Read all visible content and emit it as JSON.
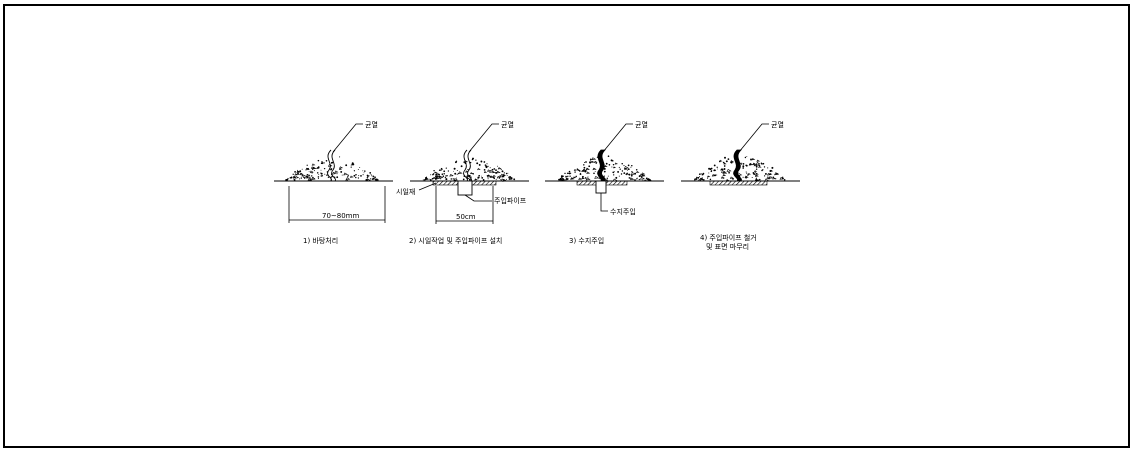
{
  "colors": {
    "line": "#000000",
    "background": "#ffffff"
  },
  "steps": [
    {
      "crack_label": "균열",
      "caption_lines": [
        "1) 바탕처리"
      ],
      "dimension_label": "70~80mm"
    },
    {
      "crack_label": "균열",
      "caption_lines": [
        "2) 시일작업 및 주입파이프 설치"
      ],
      "sealant_label": "시일재",
      "pipe_label": "주입파이프",
      "dimension_label": "50cm"
    },
    {
      "crack_label": "균열",
      "caption_lines": [
        "3) 수지주입"
      ],
      "resin_label": "수지주입"
    },
    {
      "crack_label": "균열",
      "caption_lines": [
        "4) 주입파이프 철거",
        "및 표면 마무리"
      ]
    }
  ]
}
